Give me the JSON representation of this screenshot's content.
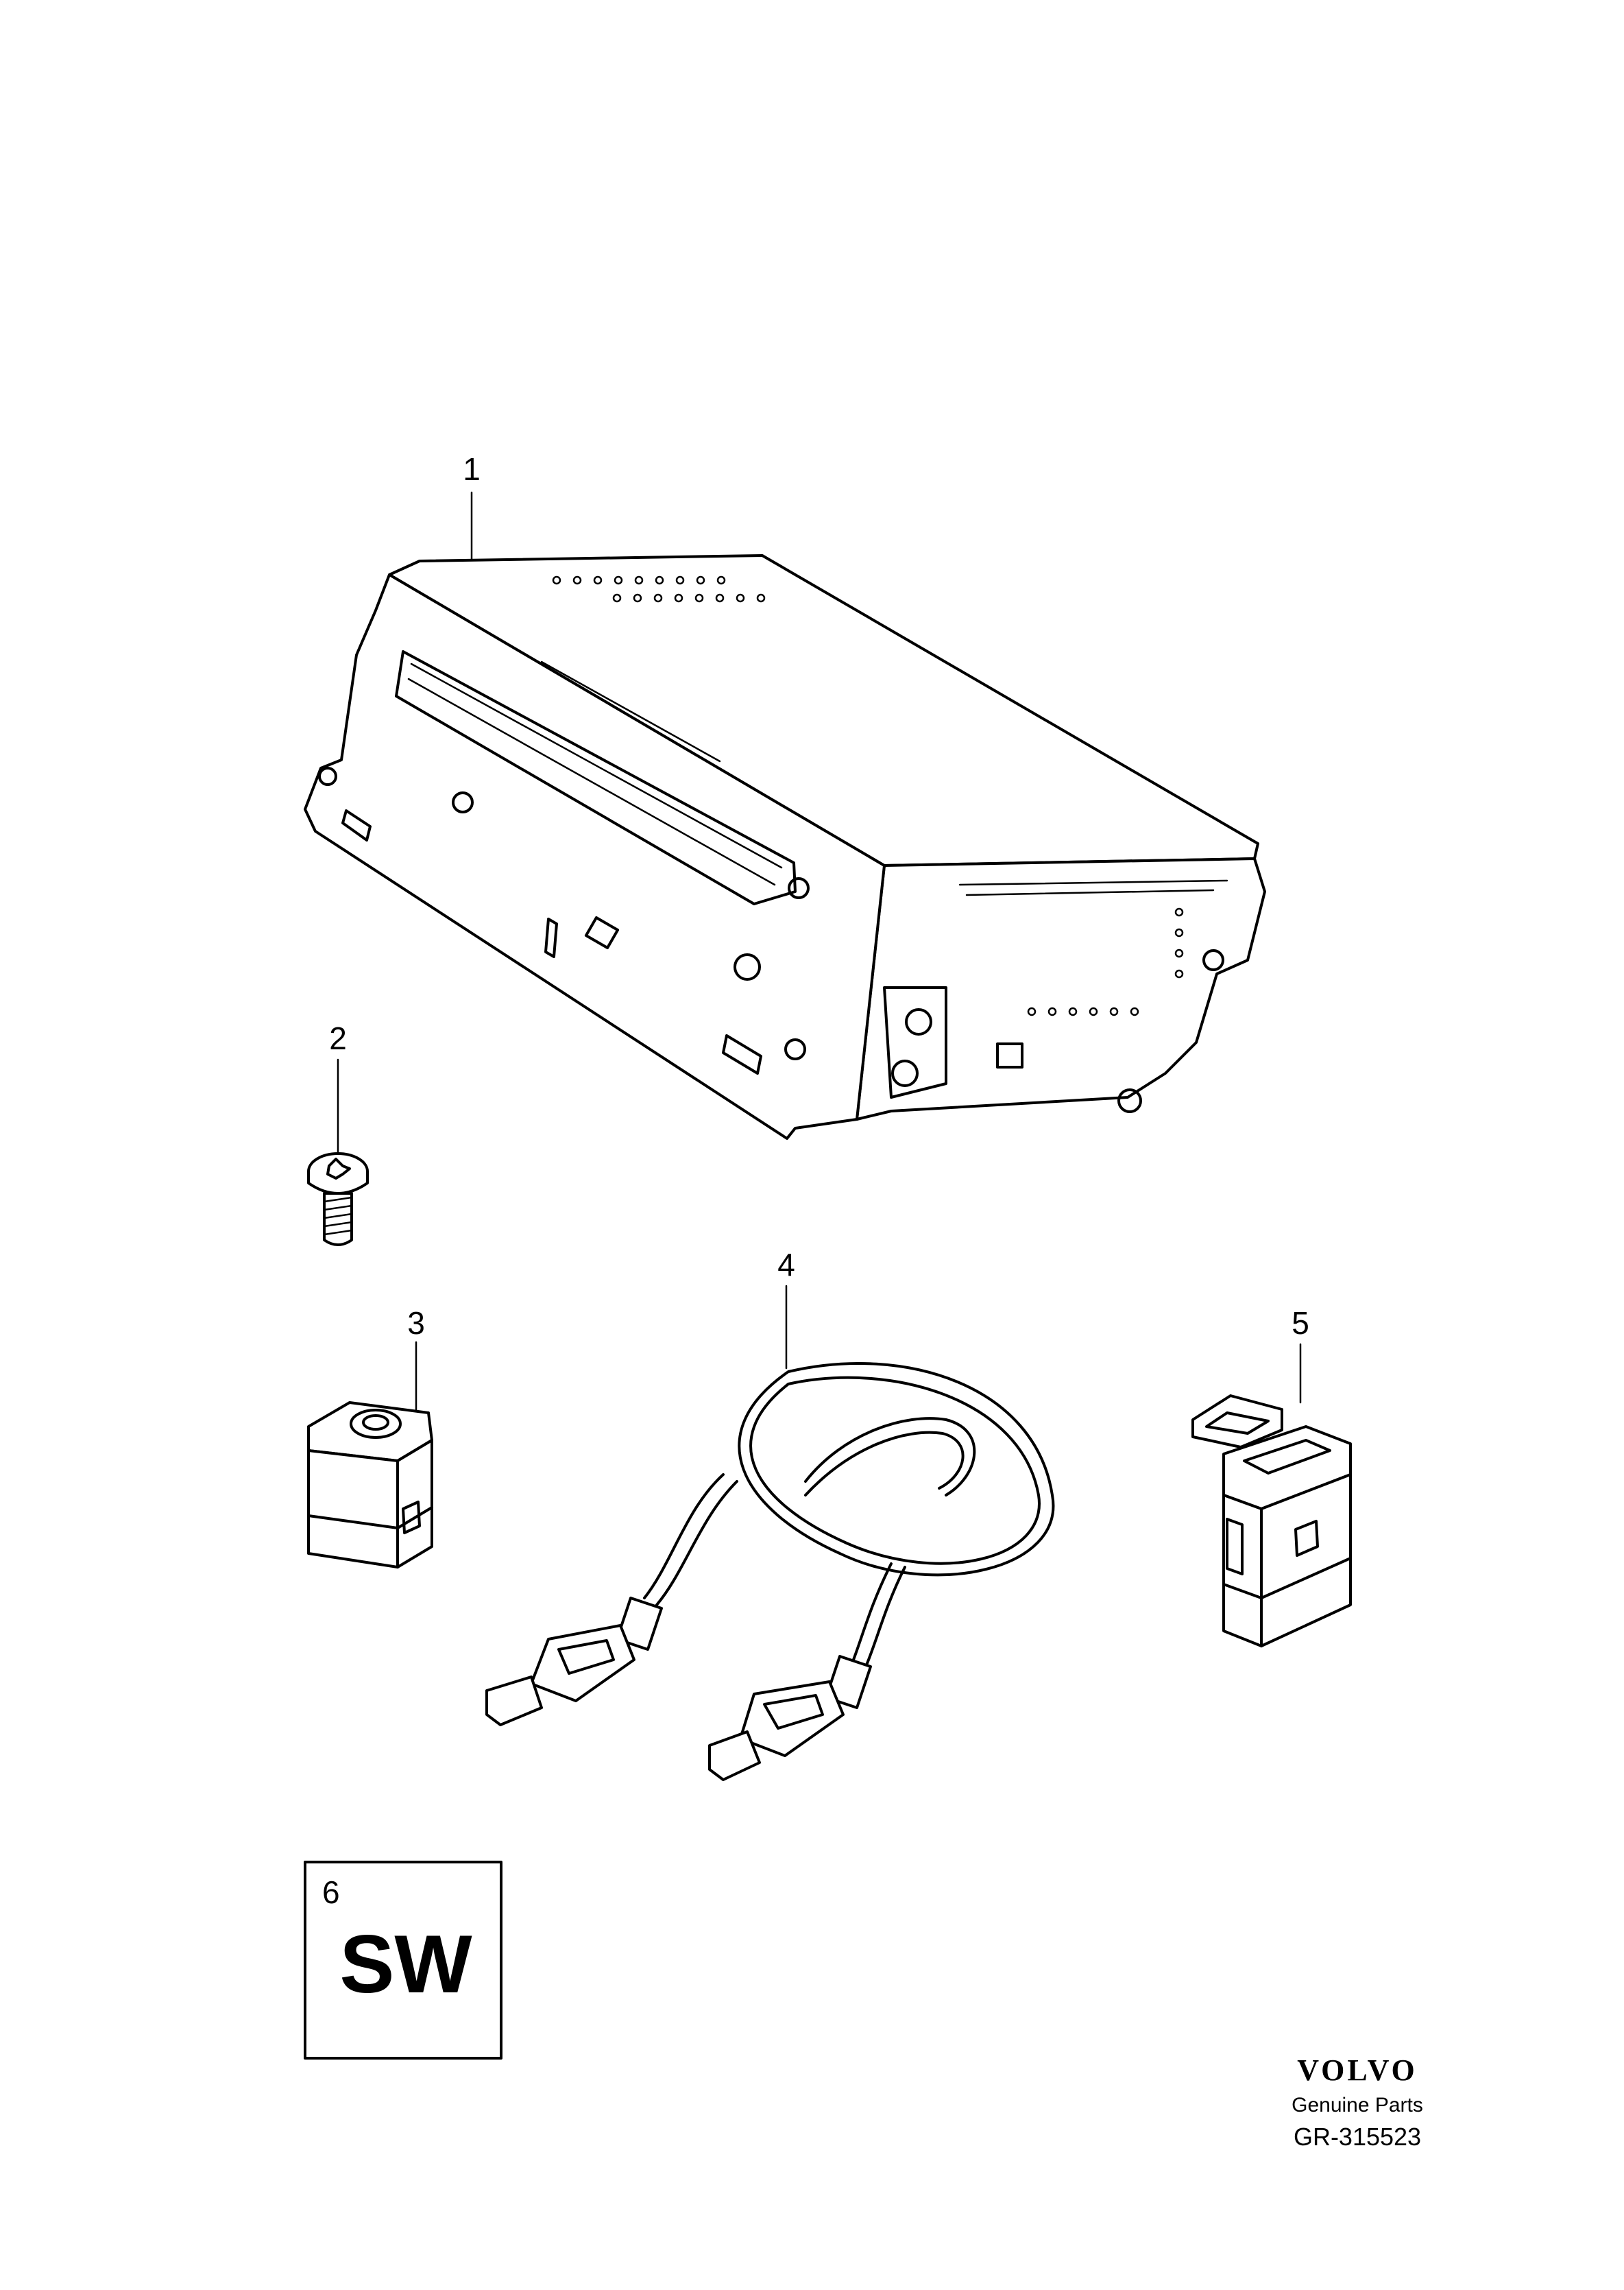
{
  "callouts": [
    {
      "number": "1",
      "part": "radio-unit"
    },
    {
      "number": "2",
      "part": "screw"
    },
    {
      "number": "3",
      "part": "aux-socket"
    },
    {
      "number": "4",
      "part": "usb-cable"
    },
    {
      "number": "5",
      "part": "usb-socket"
    },
    {
      "number": "6",
      "part": "software-box"
    }
  ],
  "software_box": {
    "number": "6",
    "label": "SW"
  },
  "footer": {
    "brand": "VOLVO",
    "subtitle": "Genuine Parts",
    "reference": "GR-315523"
  }
}
